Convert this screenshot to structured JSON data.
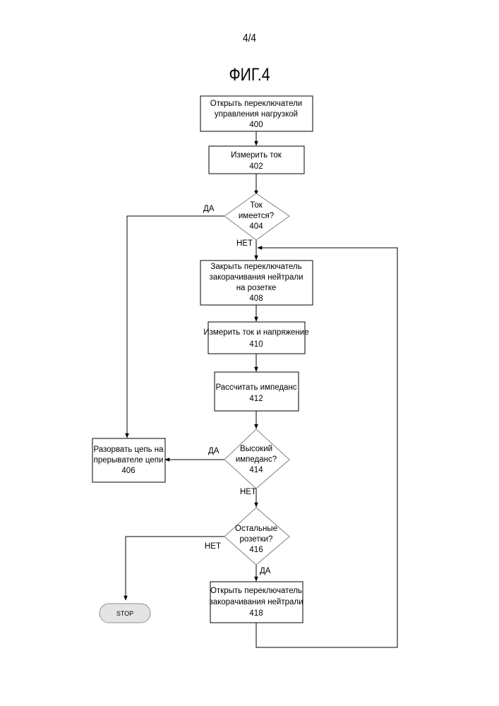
{
  "page_number": "4/4",
  "figure_title": "ФИГ.4",
  "steps": {
    "s400": {
      "lines": [
        "Открыть переключатели",
        "управления нагрузкой",
        "400"
      ]
    },
    "s402": {
      "lines": [
        "Измерить ток",
        "402"
      ]
    },
    "s404": {
      "lines": [
        "Ток",
        "имеется?",
        "404"
      ]
    },
    "s406": {
      "lines": [
        "Разорвать цепь на",
        "прерывателе цепи",
        "406"
      ]
    },
    "s408": {
      "lines": [
        "Закрыть переключатель",
        "закорачивания нейтрали",
        "на розетке",
        "408"
      ]
    },
    "s410": {
      "lines": [
        "Измерить ток и напряжение",
        "410"
      ]
    },
    "s412": {
      "lines": [
        "Рассчитать импеданс",
        "412"
      ]
    },
    "s414": {
      "lines": [
        "Высокий",
        "импеданс?",
        "414"
      ]
    },
    "s416": {
      "lines": [
        "Остальные",
        "розетки?",
        "416"
      ]
    },
    "s418": {
      "lines": [
        "Открыть переключатель",
        "закорачивания нейтрали",
        "418"
      ]
    },
    "stop": {
      "label": "STOP"
    }
  },
  "edge_labels": {
    "e404_yes": "ДА",
    "e404_no": "НЕТ",
    "e414_yes": "ДА",
    "e414_no": "НЕТ",
    "e416_no": "НЕТ",
    "e416_yes": "ДА"
  }
}
